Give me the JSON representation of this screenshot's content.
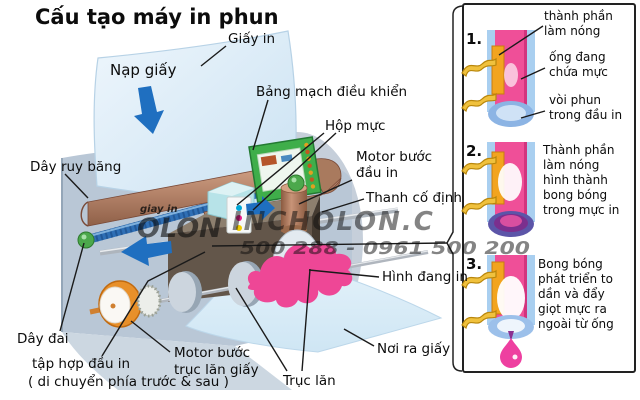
{
  "title": "Cấu tạo máy in phun",
  "colors": {
    "accent_blue": "#1f6fc0",
    "ink_pink": "#ee4796",
    "copper": "#b5846a",
    "pcb_green": "#3fae4a",
    "heater_orange": "#f2a41f",
    "body_gray": "#b9c7d6",
    "paper_blue": "#d9ebf7",
    "watermark_orange": "#f59a3c",
    "panel_border": "#222222"
  },
  "main_diagram": {
    "labels": {
      "giay_in": "Giấy in",
      "nap_giay": "Nạp giấy",
      "bang_mach": "Bảng mạch điều khiển",
      "hop_muc": "Hộp mực",
      "motor_dau_in_line1": "Motor bước",
      "motor_dau_in_line2": "đầu in",
      "thanh_co_dinh": "Thanh cố định",
      "day_ruy_bang": "Dây ruy băng",
      "hinh_dang_in": "Hình đang in",
      "day_dai": "Dây đai",
      "tap_hop_dau_in": "tập hợp đầu in",
      "tap_hop_dau_in_note": "( di chuyển phía trước & sau )",
      "motor_truc_lan_line1": "Motor bước",
      "motor_truc_lan_line2": "trục lăn giấy",
      "truc_lan": "Trục lăn",
      "noi_ra_giay": "Nơi ra giấy"
    },
    "watermark": {
      "brand": "INCHOLON.C",
      "phone": "500 288 - 0961 500 200",
      "gray_text": "OLON",
      "small_text": "giay in"
    }
  },
  "steps_panel": {
    "steps": [
      {
        "number": "1.",
        "callouts": {
          "heater_line1": "thành phần",
          "heater_line2": "làm nóng",
          "tube_line1": "ống đang",
          "tube_line2": "chứa mực",
          "nozzle_line1": "vòi phun",
          "nozzle_line2": "trong đầu in"
        }
      },
      {
        "number": "2.",
        "desc": [
          "Thành phần",
          "làm nóng",
          "hình thành",
          "bong bóng",
          "trong mực in"
        ]
      },
      {
        "number": "3.",
        "desc": [
          "Bong bóng",
          "phát triển to",
          "dần và đẩy",
          "giọt mực ra",
          "ngoài từ ống"
        ]
      }
    ]
  }
}
